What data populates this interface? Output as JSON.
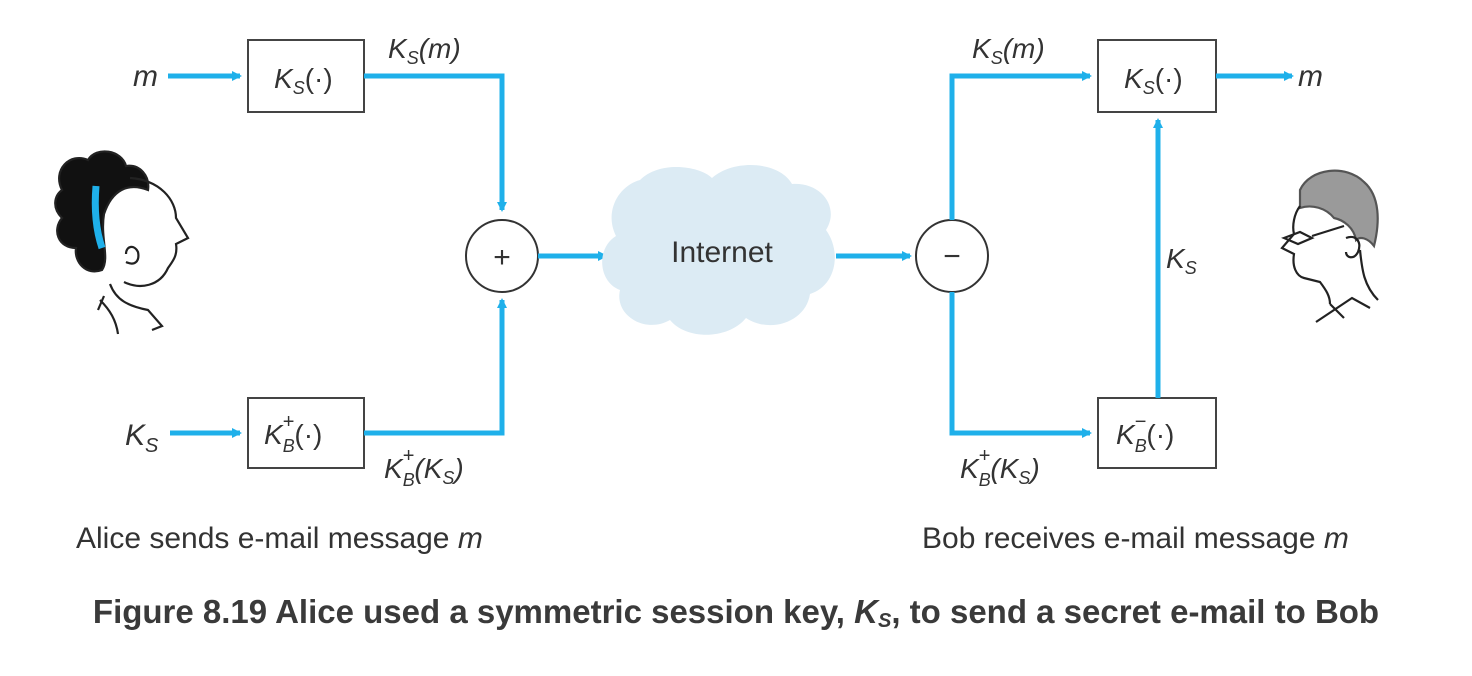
{
  "colors": {
    "wire": "#1fb0ea",
    "box_border": "#444444",
    "text": "#333333",
    "cloud": "#dcebf4"
  },
  "alice": {
    "input_m": "m",
    "input_ks": "K",
    "input_ks_sub": "S",
    "enc_sym": {
      "fn": "K",
      "sub": "S",
      "arg": "(·)"
    },
    "enc_pub": {
      "fn": "K",
      "sub": "B",
      "sup": "+",
      "arg": "(·)"
    },
    "wire_top": {
      "k": "K",
      "sub": "S",
      "arg": "(m)"
    },
    "wire_bottom": {
      "k": "K",
      "sub": "B",
      "sup": "+",
      "arg_open": "(K",
      "arg_sub": "S",
      "arg_close": ")"
    },
    "combiner": "+",
    "label": {
      "text": "Alice sends e-mail message ",
      "var": "m"
    }
  },
  "internet": {
    "label": "Internet"
  },
  "bob": {
    "splitter": "−",
    "wire_top": {
      "k": "K",
      "sub": "S",
      "arg": "(m)"
    },
    "wire_bottom": {
      "k": "K",
      "sub": "B",
      "sup": "+",
      "arg_open": "(K",
      "arg_sub": "S",
      "arg_close": ")"
    },
    "dec_sym": {
      "fn": "K",
      "sub": "S",
      "arg": "(·)"
    },
    "dec_priv": {
      "fn": "K",
      "sub": "B",
      "sup": "−",
      "arg": "(·)"
    },
    "key_label": {
      "k": "K",
      "sub": "S"
    },
    "output_m": "m",
    "label": {
      "text": "Bob receives e-mail message ",
      "var": "m"
    }
  },
  "caption": {
    "prefix": "Figure 8.19 Alice used a symmetric session key, ",
    "key": "K",
    "key_sub": "S",
    "suffix": ", to send a secret e-mail to Bob"
  }
}
